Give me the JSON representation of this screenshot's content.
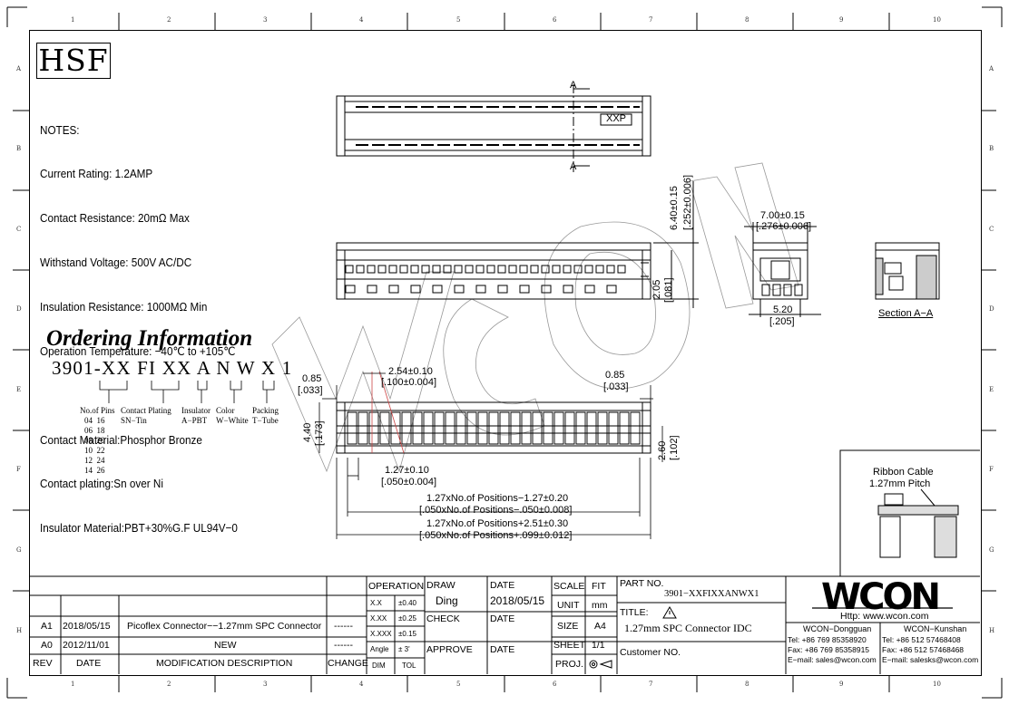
{
  "zone_numbers": [
    "1",
    "2",
    "3",
    "4",
    "5",
    "6",
    "7",
    "8",
    "9",
    "10"
  ],
  "zone_letters": [
    "A",
    "B",
    "C",
    "D",
    "E",
    "F",
    "G",
    "H"
  ],
  "badge": "HSF",
  "notes": [
    "NOTES:",
    "Current Rating: 1.2AMP",
    "Contact Resistance: 20mΩ Max",
    "Withstand Voltage: 500V AC/DC",
    "Insulation Resistance: 1000MΩ Min",
    "Operation Temperature: −40℃ to +105℃",
    "",
    "Contact Material:Phosphor Bronze",
    "Contact plating:Sn over Ni",
    "Insulator Material:PBT+30%G.F UL94V−0"
  ],
  "ordering": {
    "title": "Ordering Information",
    "code": "3901-XX FI XX A N W X 1",
    "labels": {
      "pins": "No.of Pins",
      "plating": "Contact Plating",
      "insulator": "Insulator",
      "color": "Color",
      "packing": "Packing",
      "plating_val": "SN−Tin",
      "insulator_val": "A−PBT",
      "color_val": "W−White",
      "packing_val": "T−Tube"
    },
    "pins": [
      "04  16",
      "06  18",
      "08  20",
      "10  22",
      "12  24",
      "14  26"
    ]
  },
  "dims": {
    "xxp": "XXP",
    "section_marker": "A",
    "h640": "6.40±0.15",
    "h640in": "[.252±0.006]",
    "w700": "7.00±0.15",
    "w700in": "[.276±0.006]",
    "w520": "5.20",
    "w520in": "[.205]",
    "section": "Section A−A",
    "d205": "2.05",
    "d205in": "[.081]",
    "d085": "0.85",
    "d085in": "[.033]",
    "d254": "2.54±0.10",
    "d254in": "[.100±0.004]",
    "d440": "4.40",
    "d440in": "[.173]",
    "d260": "2.60",
    "d260in": "[.102]",
    "d127": "1.27±0.10",
    "d127in": "[.050±0.004]",
    "l1": "1.27xNo.of Positions−1.27±0.20",
    "l1in": "[.050xNo.of Positions−.050±0.008]",
    "l2": "1.27xNo.of Positions+2.51±0.30",
    "l2in": "[.050xNo.of Positions+.099±0.012]",
    "ribbon1": "Ribbon Cable",
    "ribbon2": "1.27mm Pitch",
    "watermark": "WCON"
  },
  "title_block": {
    "rev_rows": [
      {
        "rev": "A1",
        "date": "2018/05/15",
        "desc": "Picoflex Connector−−1.27mm SPC Connector",
        "change": "------"
      },
      {
        "rev": "A0",
        "date": "2012/11/01",
        "desc": "NEW",
        "change": "------"
      }
    ],
    "headers": {
      "rev": "REV",
      "date": "DATE",
      "desc": "MODIFICATION  DESCRIPTION",
      "change": "CHANGE"
    },
    "operation": "OPERATION",
    "tolerances": [
      {
        "k": "X.X",
        "v": "±0.40"
      },
      {
        "k": "X.XX",
        "v": "±0.25"
      },
      {
        "k": "X.XXX",
        "v": "±0.15"
      },
      {
        "k": "Angle",
        "v": "± 3'"
      },
      {
        "k": "DIM",
        "v": "TOL"
      }
    ],
    "draw": "DRAW",
    "draw_name": "Ding",
    "check": "CHECK",
    "approve": "APPROVE",
    "date_label": "DATE",
    "draw_date": "2018/05/15",
    "scale": "SCALE",
    "scale_val": "FIT",
    "unit": "UNIT",
    "unit_val": "mm",
    "size": "SIZE",
    "size_val": "A4",
    "sheet": "SHEET",
    "sheet_val": "1/1",
    "proj": "PROJ.",
    "part_no_label": "PART  NO.",
    "part_no": "3901−XXFIXXANWX1",
    "title_label": "TITLE:",
    "title": "1.27mm SPC Connector IDC",
    "customer": "Customer  NO.",
    "logo": "WCON",
    "http": "Http:  www.wcon.com",
    "dg_name": "WCON−Dongguan",
    "dg_tel": "Tel: +86 769 85358920",
    "dg_fax": "Fax: +86 769 85358915",
    "dg_mail": "E−mail: sales@wcon.com",
    "ks_name": "WCON−Kunshan",
    "ks_tel": "Tel: +86 512 57468408",
    "ks_fax": "Fax: +86 512 57468468",
    "ks_mail": "E−mail: salesks@wcon.com"
  }
}
